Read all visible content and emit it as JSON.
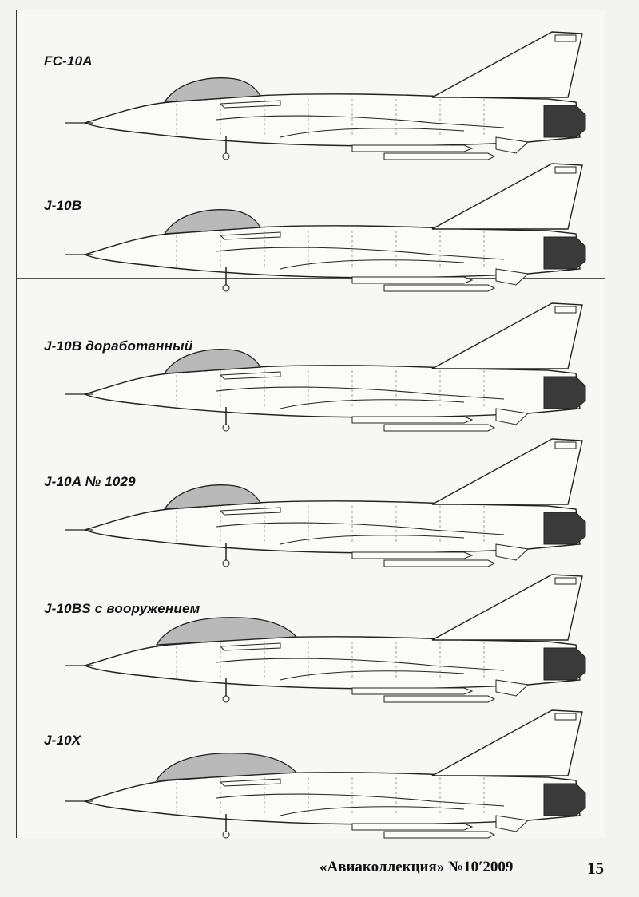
{
  "profiles": [
    {
      "caption": "FC-10A"
    },
    {
      "caption": "J-10B"
    },
    {
      "caption": "J-10B доработанный"
    },
    {
      "caption": "J-10A № 1029"
    },
    {
      "caption": "J-10BS с вооружением"
    },
    {
      "caption": "J-10X"
    }
  ],
  "footer": {
    "journal": "«Авиаколлекция» №10′2009",
    "page": "15"
  }
}
